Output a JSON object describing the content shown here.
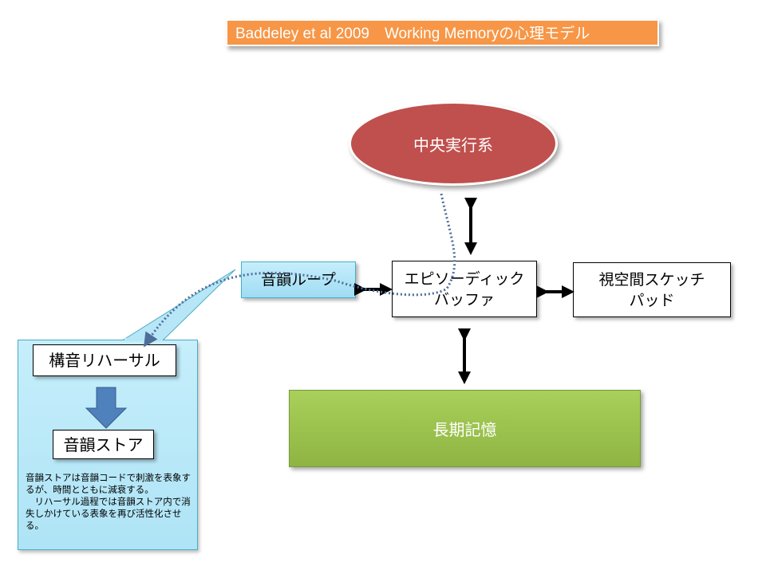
{
  "title": "Baddeley et al 2009　Working Memoryの心理モデル",
  "nodes": {
    "central_executive": "中央実行系",
    "phonological_loop": "音韻ループ",
    "episodic_buffer_line1": "エピソーディック",
    "episodic_buffer_line2": "バッファ",
    "visuospatial_line1": "視空間スケッチ",
    "visuospatial_line2": "パッド",
    "long_term_memory": "長期記憶"
  },
  "callout": {
    "rehearsal": "構音リハーサル",
    "phonological_store": "音韻ストア",
    "note": "音韻ストアは音韻コードで刺激を表象するが、時間とともに減衰する。\n　リハーサル過程では音韻ストア内で消失しかけている表象を再び活性化させる。"
  },
  "colors": {
    "title_bg": "#f79646",
    "executive": "#c0504d",
    "ltm": "#9bbb59",
    "callout": "#b7e6f7",
    "dotted_path": "#4f6d9a",
    "down_arrow": "#4f81bd"
  }
}
